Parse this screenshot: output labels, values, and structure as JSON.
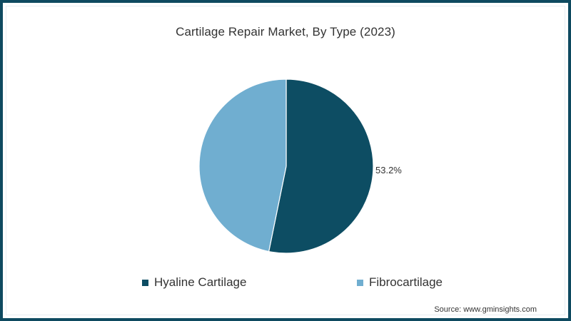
{
  "chart_data": {
    "type": "pie",
    "title": "Cartilage Repair Market, By Type (2023)",
    "categories": [
      "Hyaline Cartilage",
      "Fibrocartilage"
    ],
    "values": [
      53.2,
      46.8
    ],
    "colors": [
      "#0d4d63",
      "#70aed0"
    ],
    "data_labels": [
      "53.2%",
      ""
    ],
    "start_angle_deg": 0,
    "direction": "clockwise",
    "legend_position": "bottom"
  },
  "title": "Cartilage Repair Market, By Type (2023)",
  "slice_label": "53.2%",
  "legend": [
    {
      "label": "Hyaline Cartilage",
      "color": "#0d4d63"
    },
    {
      "label": "Fibrocartilage",
      "color": "#70aed0"
    }
  ],
  "source": "Source: www.gminsights.com",
  "colors": {
    "border": "#0e4a60",
    "text": "#333333"
  }
}
